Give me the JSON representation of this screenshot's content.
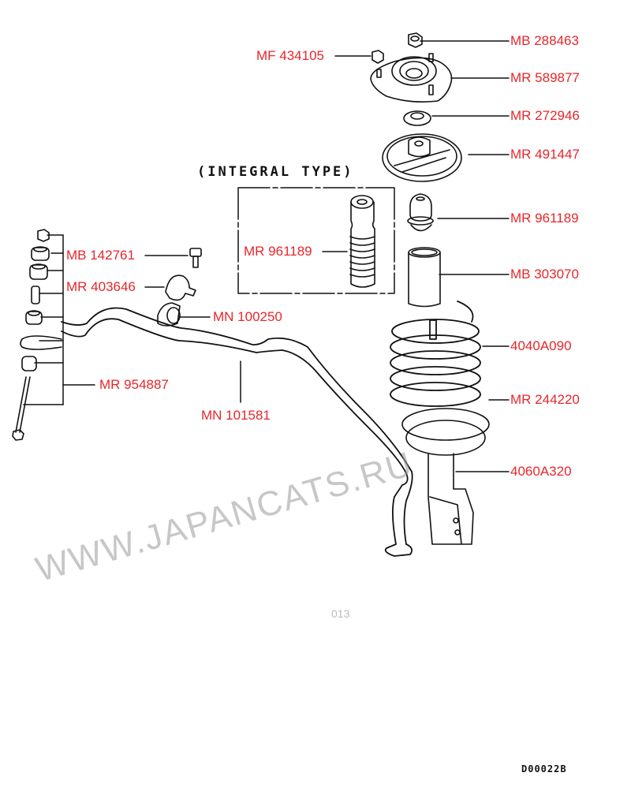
{
  "diagram": {
    "section_title": "(INTEGRAL TYPE)",
    "drawing_code": "D00022B",
    "watermark": "WWW.JAPANCATS.RU",
    "watermark_small": "013",
    "label_color": "#e8262b",
    "line_color": "#111111"
  },
  "parts": [
    {
      "id": "mb288463",
      "number": "MB 288463",
      "component": "nut"
    },
    {
      "id": "mf434105",
      "number": "MF 434105",
      "component": "nut"
    },
    {
      "id": "mr589877",
      "number": "MR 589877",
      "component": "strut-mount-insulator"
    },
    {
      "id": "mr272946",
      "number": "MR 272946",
      "component": "bearing"
    },
    {
      "id": "mr491447",
      "number": "MR 491447",
      "component": "upper-spring-seat"
    },
    {
      "id": "mr961189a",
      "number": "MR 961189",
      "component": "bump-stopper"
    },
    {
      "id": "mr961189b",
      "number": "MR 961189",
      "component": "dust-cover-integral"
    },
    {
      "id": "mb303070",
      "number": "MB 303070",
      "component": "dust-cover"
    },
    {
      "id": "4040a090",
      "number": "4040A090",
      "component": "coil-spring"
    },
    {
      "id": "mr244220",
      "number": "MR 244220",
      "component": "spring-pad"
    },
    {
      "id": "4060a320",
      "number": "4060A320",
      "component": "strut-assembly"
    },
    {
      "id": "mb142761",
      "number": "MB 142761",
      "component": "bolt"
    },
    {
      "id": "mr403646",
      "number": "MR 403646",
      "component": "bracket"
    },
    {
      "id": "mn100250",
      "number": "MN 100250",
      "component": "bushing"
    },
    {
      "id": "mr954887",
      "number": "MR 954887",
      "component": "stabilizer-link"
    },
    {
      "id": "mn101581",
      "number": "MN 101581",
      "component": "stabilizer-bar"
    }
  ]
}
